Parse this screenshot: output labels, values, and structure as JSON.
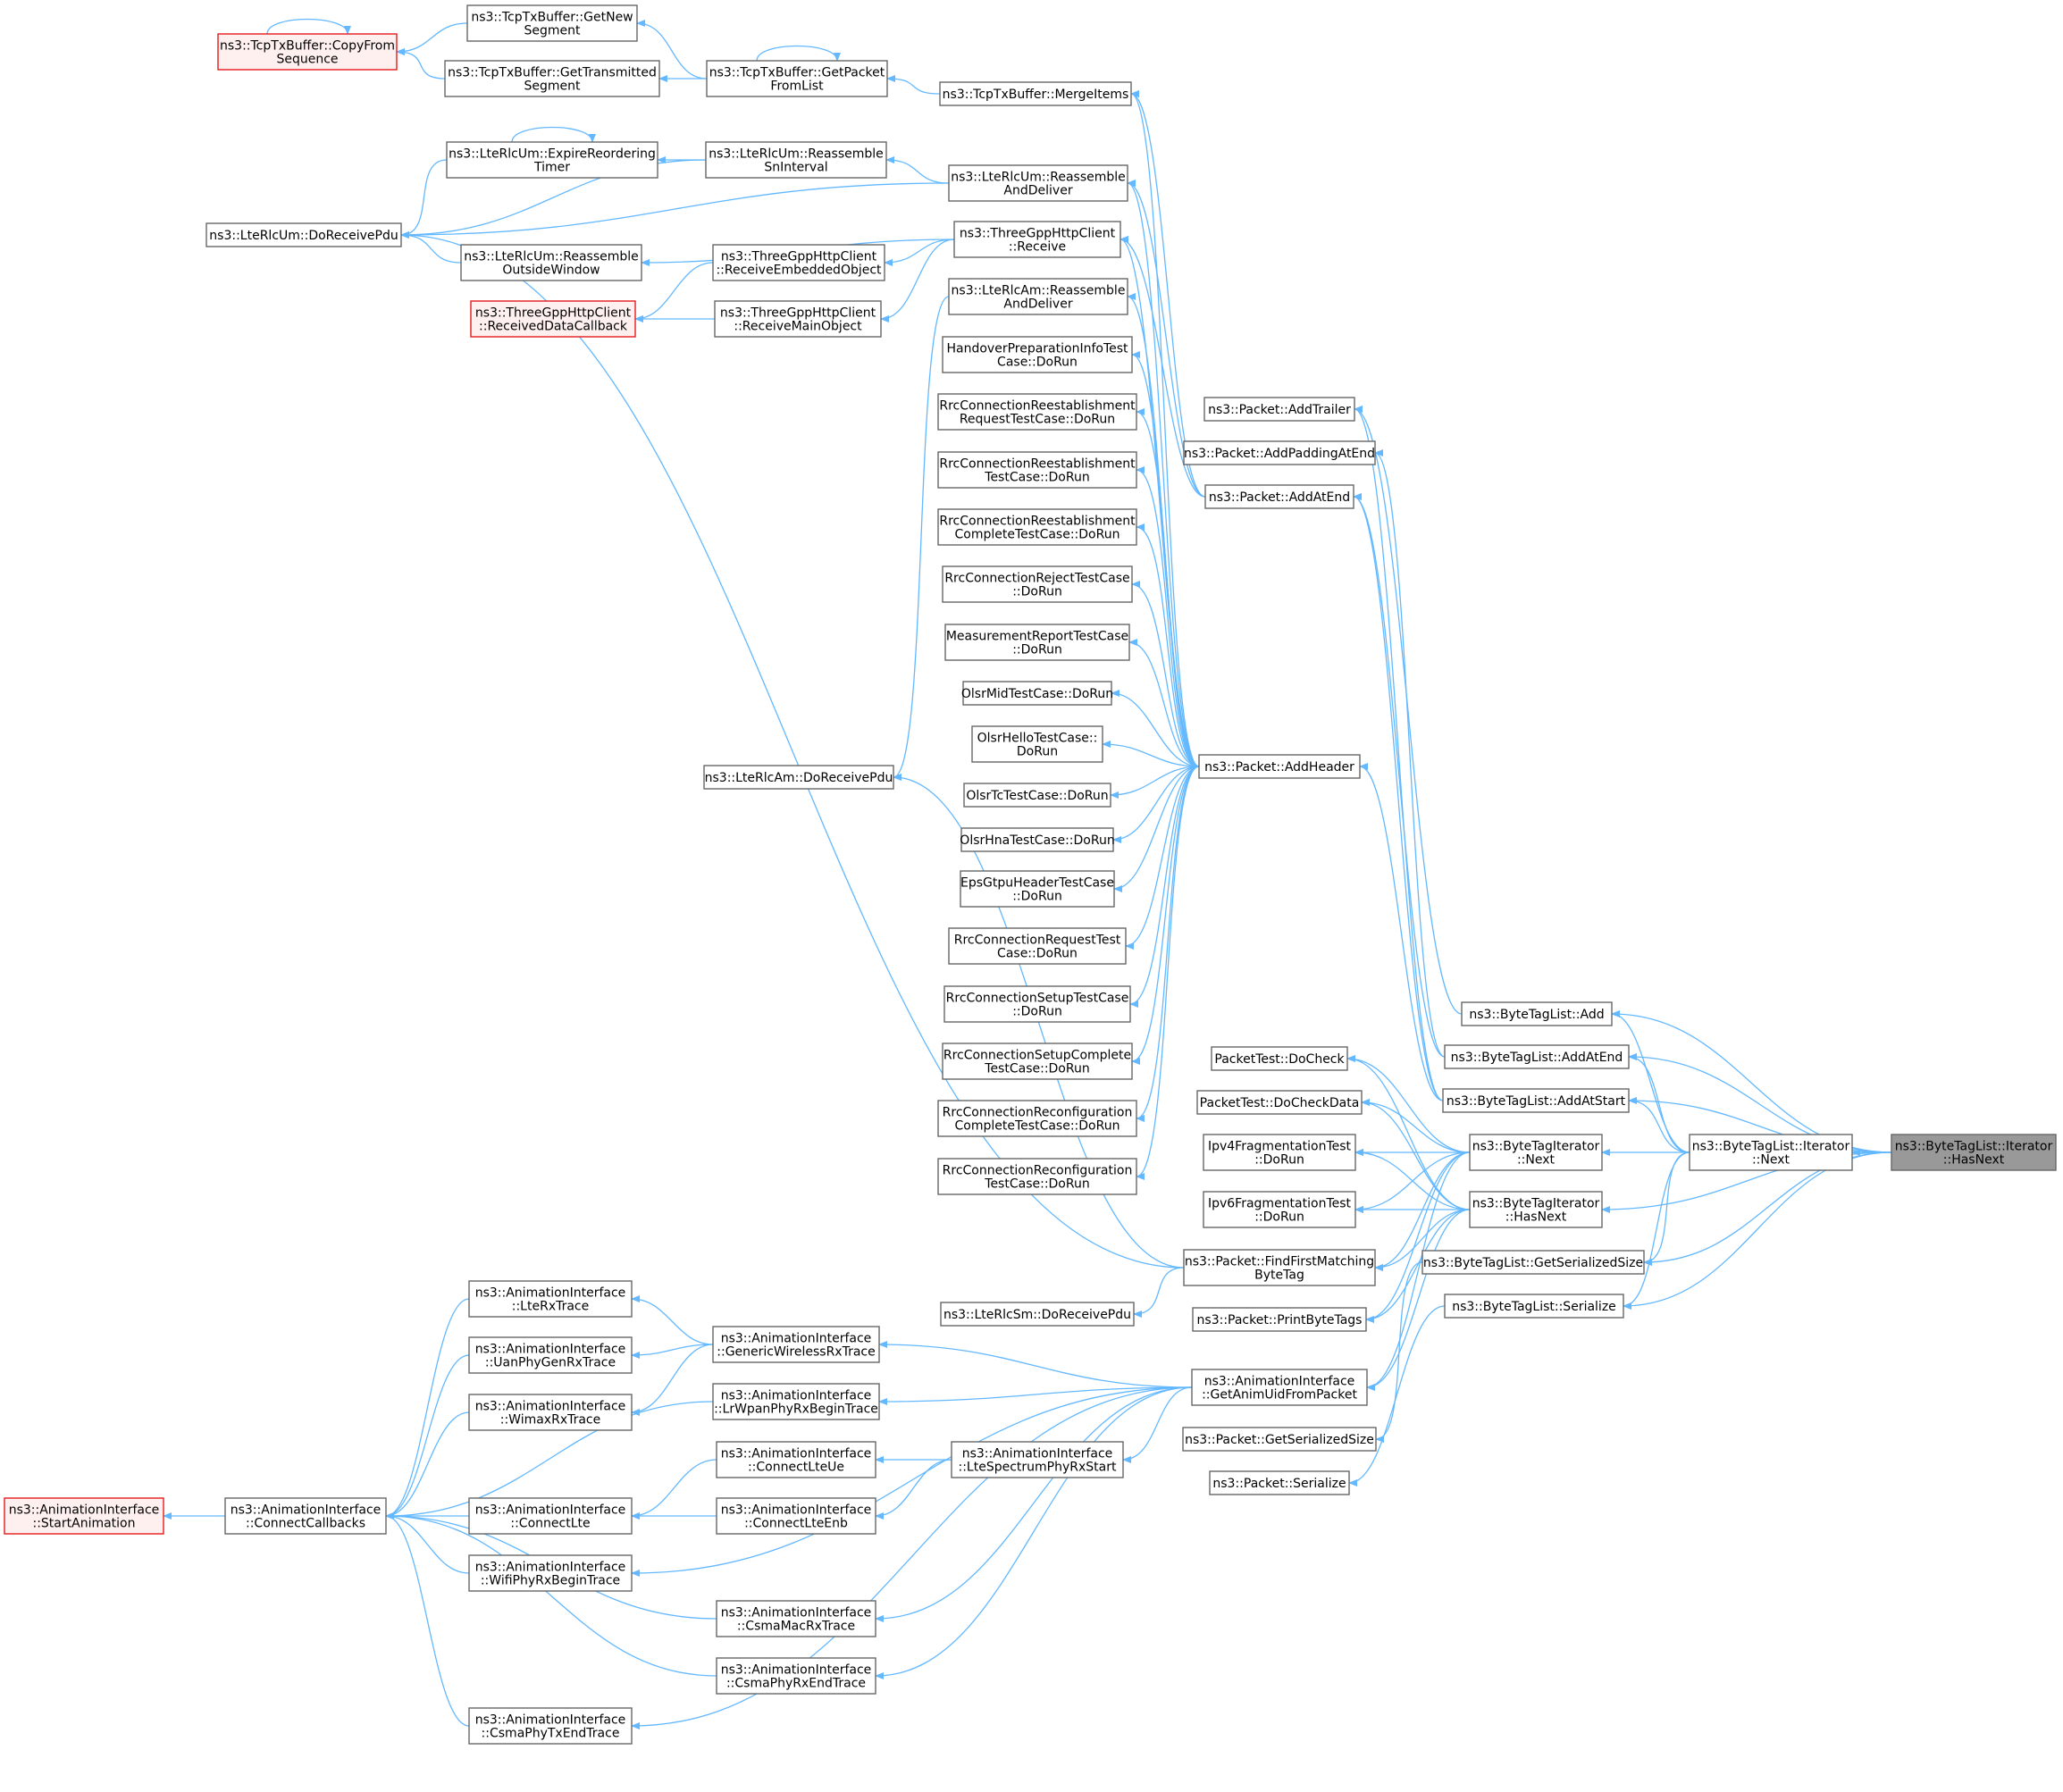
{
  "colors": {
    "edge": "#63b8ff",
    "node_border": "#666666",
    "highlight_border": "#e31a1c",
    "highlight_fill": "#fff0f0",
    "root_fill": "#999999"
  },
  "nodes": [
    {
      "id": "copyfrom",
      "lines": [
        "ns3::TcpTxBuffer::CopyFrom",
        "Sequence"
      ],
      "style": "red"
    },
    {
      "id": "getnew",
      "lines": [
        "ns3::TcpTxBuffer::GetNew",
        "Segment"
      ]
    },
    {
      "id": "gettransmitted",
      "lines": [
        "ns3::TcpTxBuffer::GetTransmitted",
        "Segment"
      ]
    },
    {
      "id": "getpacket",
      "lines": [
        "ns3::TcpTxBuffer::GetPacket",
        "FromList"
      ]
    },
    {
      "id": "mergeitems",
      "lines": [
        "ns3::TcpTxBuffer::MergeItems"
      ]
    },
    {
      "id": "expire",
      "lines": [
        "ns3::LteRlcUm::ExpireReordering",
        "Timer"
      ]
    },
    {
      "id": "reasmsn",
      "lines": [
        "ns3::LteRlcUm::Reassemble",
        "SnInterval"
      ]
    },
    {
      "id": "reasmdeliver",
      "lines": [
        "ns3::LteRlcUm::Reassemble",
        "AndDeliver"
      ]
    },
    {
      "id": "rlcumrecv",
      "lines": [
        "ns3::LteRlcUm::DoReceivePdu"
      ]
    },
    {
      "id": "reasmout",
      "lines": [
        "ns3::LteRlcUm::Reassemble",
        "OutsideWindow"
      ]
    },
    {
      "id": "httprecv",
      "lines": [
        "ns3::ThreeGppHttpClient",
        "::Receive"
      ]
    },
    {
      "id": "httpembedded",
      "lines": [
        "ns3::ThreeGppHttpClient",
        "::ReceiveEmbeddedObject"
      ]
    },
    {
      "id": "httpcallback",
      "lines": [
        "ns3::ThreeGppHttpClient",
        "::ReceivedDataCallback"
      ],
      "style": "red"
    },
    {
      "id": "httpmain",
      "lines": [
        "ns3::ThreeGppHttpClient",
        "::ReceiveMainObject"
      ]
    },
    {
      "id": "amreasm",
      "lines": [
        "ns3::LteRlcAm::Reassemble",
        "AndDeliver"
      ]
    },
    {
      "id": "handover",
      "lines": [
        "HandoverPreparationInfoTest",
        "Case::DoRun"
      ]
    },
    {
      "id": "rrcreestreq",
      "lines": [
        "RrcConnectionReestablishment",
        "RequestTestCase::DoRun"
      ]
    },
    {
      "id": "rrcreest",
      "lines": [
        "RrcConnectionReestablishment",
        "TestCase::DoRun"
      ]
    },
    {
      "id": "rrcreestcomp",
      "lines": [
        "RrcConnectionReestablishment",
        "CompleteTestCase::DoRun"
      ]
    },
    {
      "id": "rrcreject",
      "lines": [
        "RrcConnectionRejectTestCase",
        "::DoRun"
      ]
    },
    {
      "id": "measreport",
      "lines": [
        "MeasurementReportTestCase",
        "::DoRun"
      ]
    },
    {
      "id": "olsrmid",
      "lines": [
        "OlsrMidTestCase::DoRun"
      ]
    },
    {
      "id": "olsrhello",
      "lines": [
        "OlsrHelloTestCase::",
        "DoRun"
      ]
    },
    {
      "id": "olsrtc",
      "lines": [
        "OlsrTcTestCase::DoRun"
      ]
    },
    {
      "id": "olsrhna",
      "lines": [
        "OlsrHnaTestCase::DoRun"
      ]
    },
    {
      "id": "epsgtpu",
      "lines": [
        "EpsGtpuHeaderTestCase",
        "::DoRun"
      ]
    },
    {
      "id": "rrcrequest",
      "lines": [
        "RrcConnectionRequestTest",
        "Case::DoRun"
      ]
    },
    {
      "id": "rrcsetup",
      "lines": [
        "RrcConnectionSetupTestCase",
        "::DoRun"
      ]
    },
    {
      "id": "rrcsetupcomp",
      "lines": [
        "RrcConnectionSetupComplete",
        "TestCase::DoRun"
      ]
    },
    {
      "id": "rrcreconfcomp",
      "lines": [
        "RrcConnectionReconfiguration",
        "CompleteTestCase::DoRun"
      ]
    },
    {
      "id": "rrcreconf",
      "lines": [
        "RrcConnectionReconfiguration",
        "TestCase::DoRun"
      ]
    },
    {
      "id": "amrecv",
      "lines": [
        "ns3::LteRlcAm::DoReceivePdu"
      ]
    },
    {
      "id": "addtrailer",
      "lines": [
        "ns3::Packet::AddTrailer"
      ]
    },
    {
      "id": "addpadding",
      "lines": [
        "ns3::Packet::AddPaddingAtEnd"
      ]
    },
    {
      "id": "pktaddatend",
      "lines": [
        "ns3::Packet::AddAtEnd"
      ]
    },
    {
      "id": "addheader",
      "lines": [
        "ns3::Packet::AddHeader"
      ]
    },
    {
      "id": "btladd",
      "lines": [
        "ns3::ByteTagList::Add"
      ]
    },
    {
      "id": "btladdatend",
      "lines": [
        "ns3::ByteTagList::AddAtEnd"
      ]
    },
    {
      "id": "btladdatstart",
      "lines": [
        "ns3::ByteTagList::AddAtStart"
      ]
    },
    {
      "id": "pktdocheck",
      "lines": [
        "PacketTest::DoCheck"
      ]
    },
    {
      "id": "pktdocheckdata",
      "lines": [
        "PacketTest::DoCheckData"
      ]
    },
    {
      "id": "ipv4frag",
      "lines": [
        "Ipv4FragmentationTest",
        "::DoRun"
      ]
    },
    {
      "id": "ipv6frag",
      "lines": [
        "Ipv6FragmentationTest",
        "::DoRun"
      ]
    },
    {
      "id": "btinext",
      "lines": [
        "ns3::ByteTagIterator",
        "::Next"
      ]
    },
    {
      "id": "btihasnext",
      "lines": [
        "ns3::ByteTagIterator",
        "::HasNext"
      ]
    },
    {
      "id": "btliternext",
      "lines": [
        "ns3::ByteTagList::Iterator",
        "::Next"
      ]
    },
    {
      "id": "root",
      "lines": [
        "ns3::ByteTagList::Iterator",
        "::HasNext"
      ],
      "style": "root"
    },
    {
      "id": "findfirst",
      "lines": [
        "ns3::Packet::FindFirstMatching",
        "ByteTag"
      ]
    },
    {
      "id": "rlcsmrecv",
      "lines": [
        "ns3::LteRlcSm::DoReceivePdu"
      ]
    },
    {
      "id": "printbytetags",
      "lines": [
        "ns3::Packet::PrintByteTags"
      ]
    },
    {
      "id": "btlgetser",
      "lines": [
        "ns3::ByteTagList::GetSerializedSize"
      ]
    },
    {
      "id": "btlser",
      "lines": [
        "ns3::ByteTagList::Serialize"
      ]
    },
    {
      "id": "getanimuid",
      "lines": [
        "ns3::AnimationInterface",
        "::GetAnimUidFromPacket"
      ]
    },
    {
      "id": "pktgetser",
      "lines": [
        "ns3::Packet::GetSerializedSize"
      ]
    },
    {
      "id": "pktser",
      "lines": [
        "ns3::Packet::Serialize"
      ]
    },
    {
      "id": "ltereg",
      "lines": [
        "ns3::AnimationInterface",
        "::LteRxTrace"
      ]
    },
    {
      "id": "uanrx",
      "lines": [
        "ns3::AnimationInterface",
        "::UanPhyGenRxTrace"
      ]
    },
    {
      "id": "wimaxrx",
      "lines": [
        "ns3::AnimationInterface",
        "::WimaxRxTrace"
      ]
    },
    {
      "id": "genericwireless",
      "lines": [
        "ns3::AnimationInterface",
        "::GenericWirelessRxTrace"
      ]
    },
    {
      "id": "lrwpan",
      "lines": [
        "ns3::AnimationInterface",
        "::LrWpanPhyRxBeginTrace"
      ]
    },
    {
      "id": "connectlteue",
      "lines": [
        "ns3::AnimationInterface",
        "::ConnectLteUe"
      ]
    },
    {
      "id": "ltespectrum",
      "lines": [
        "ns3::AnimationInterface",
        "::LteSpectrumPhyRxStart"
      ]
    },
    {
      "id": "startanim",
      "lines": [
        "ns3::AnimationInterface",
        "::StartAnimation"
      ],
      "style": "red"
    },
    {
      "id": "connectcb",
      "lines": [
        "ns3::AnimationInterface",
        "::ConnectCallbacks"
      ]
    },
    {
      "id": "connectlte",
      "lines": [
        "ns3::AnimationInterface",
        "::ConnectLte"
      ]
    },
    {
      "id": "connectlteenb",
      "lines": [
        "ns3::AnimationInterface",
        "::ConnectLteEnb"
      ]
    },
    {
      "id": "wifiphy",
      "lines": [
        "ns3::AnimationInterface",
        "::WifiPhyRxBeginTrace"
      ]
    },
    {
      "id": "csmamac",
      "lines": [
        "ns3::AnimationInterface",
        "::CsmaMacRxTrace"
      ]
    },
    {
      "id": "csmaphyrx",
      "lines": [
        "ns3::AnimationInterface",
        "::CsmaPhyRxEndTrace"
      ]
    },
    {
      "id": "csmaphytx",
      "lines": [
        "ns3::AnimationInterface",
        "::CsmaPhyTxEndTrace"
      ]
    }
  ]
}
